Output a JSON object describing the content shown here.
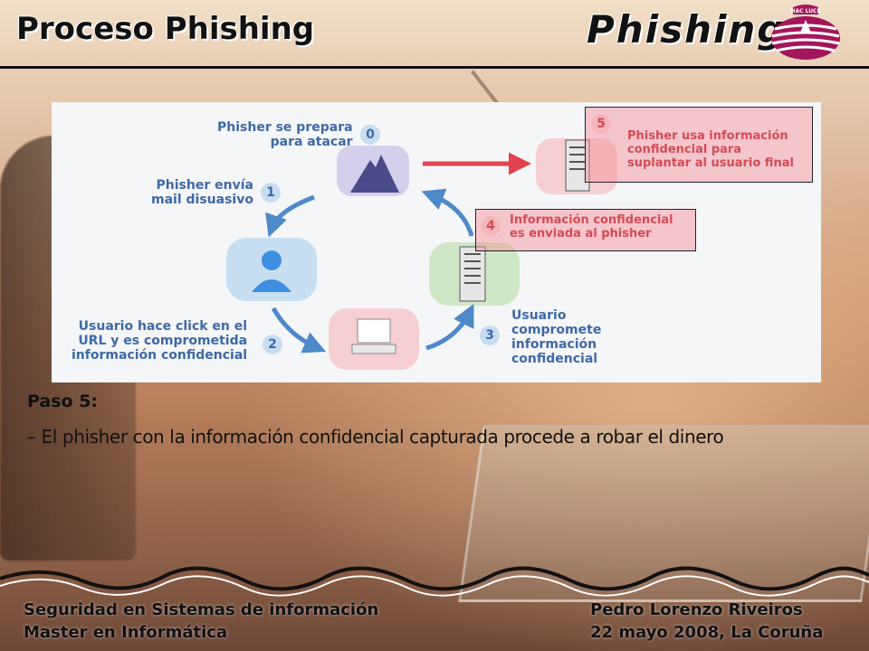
{
  "slide": {
    "title": "Proceso Phishing",
    "logo_text": "Phishing",
    "emblem_text": "HAC LUCE"
  },
  "diagram": {
    "steps": [
      {
        "number": "0",
        "label_lines": [
          "Phisher se prepara",
          "para atacar"
        ]
      },
      {
        "number": "1",
        "label_lines": [
          "Phisher envía",
          "mail disuasivo"
        ]
      },
      {
        "number": "2",
        "label_lines": [
          "Usuario hace click en el",
          "URL y es comprometida",
          "información confidencial"
        ]
      },
      {
        "number": "3",
        "label_lines": [
          "Usuario",
          "compromete",
          "información",
          "confidencial"
        ]
      },
      {
        "number": "4",
        "label_lines": [
          "Información confidencial",
          "es enviada al phisher"
        ]
      },
      {
        "number": "5",
        "label_lines": [
          "Phisher usa información",
          "confidencial para",
          "suplantar al usuario final"
        ]
      }
    ],
    "colors": {
      "text_blue": "#3d69a8",
      "text_red": "#d64a53",
      "arrow_blue": "#4e8ac9",
      "arrow_red": "#e2434e"
    }
  },
  "content": {
    "step_heading": "Paso 5:",
    "step_body": "– El phisher con la información confidencial capturada procede a robar el dinero"
  },
  "footer": {
    "left_line1": "Seguridad en Sistemas de información",
    "left_line2": "Master en Informática",
    "right_line1": "Pedro Lorenzo Riveiros",
    "right_line2": "22 mayo 2008, La Coruña"
  }
}
